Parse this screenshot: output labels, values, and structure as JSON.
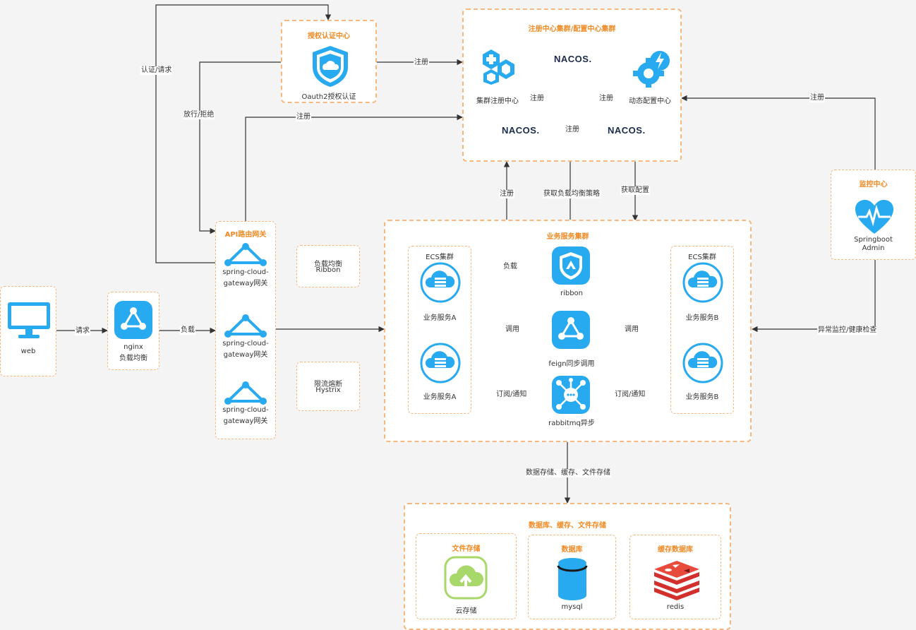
{
  "colors": {
    "accent": "#f08a24",
    "border": "#f7b87f",
    "icon": "#27aaf0",
    "line": "#333333",
    "storage_icon": "#a8d86a",
    "redis": "#d2302c"
  },
  "web": {
    "label": "web"
  },
  "nginx": {
    "line1": "nginx",
    "line2": "负载均衡"
  },
  "auth": {
    "title": "授权认证中心",
    "label": "Oauth2授权认证"
  },
  "registry": {
    "title": "注册中心集群/配置中心集群",
    "nacos": "NACOS.",
    "cluster_register": "集群注册中心",
    "dynamic_config": "动态配置中心"
  },
  "gateway": {
    "title": "API路由网关",
    "items": [
      {
        "line1": "spring-cloud-",
        "line2": "gateway网关"
      },
      {
        "line1": "spring-cloud-",
        "line2": "gateway网关"
      },
      {
        "line1": "spring-cloud-",
        "line2": "gateway网关"
      }
    ]
  },
  "ribbon_box": {
    "line1": "负载均衡",
    "line2": "Ribbon"
  },
  "hystrix_box": {
    "line1": "限流熔断",
    "line2": "Hystrix"
  },
  "business": {
    "title": "业务服务集群",
    "left_ecs": "ECS集群",
    "right_ecs": "ECS集群",
    "service_a": "业务服务A",
    "service_b": "业务服务B",
    "ribbon": "ribbon",
    "feign": "feign同步调用",
    "rabbitmq": "rabbitmq异步"
  },
  "monitor": {
    "title": "监控中心",
    "line1": "Springboot",
    "line2": "Admin"
  },
  "storage": {
    "title": "数据库、缓存、文件存储",
    "file_title": "文件存储",
    "file_label": "云存储",
    "db_title": "数据库",
    "db_label": "mysql",
    "cache_title": "缓存数据库",
    "cache_label": "redis"
  },
  "edges": {
    "request": "请求",
    "load": "负载",
    "auth_request": "认证/请求",
    "allow_reject": "放行/拒绝",
    "register": "注册",
    "get_lb_policy": "获取负载均衡策略",
    "get_config": "获取配置",
    "invoke": "调用",
    "subscribe": "订阅/通知",
    "monitor_check": "异常监控/健康检查",
    "storage_edge": "数据存储、缓存、文件存储"
  }
}
